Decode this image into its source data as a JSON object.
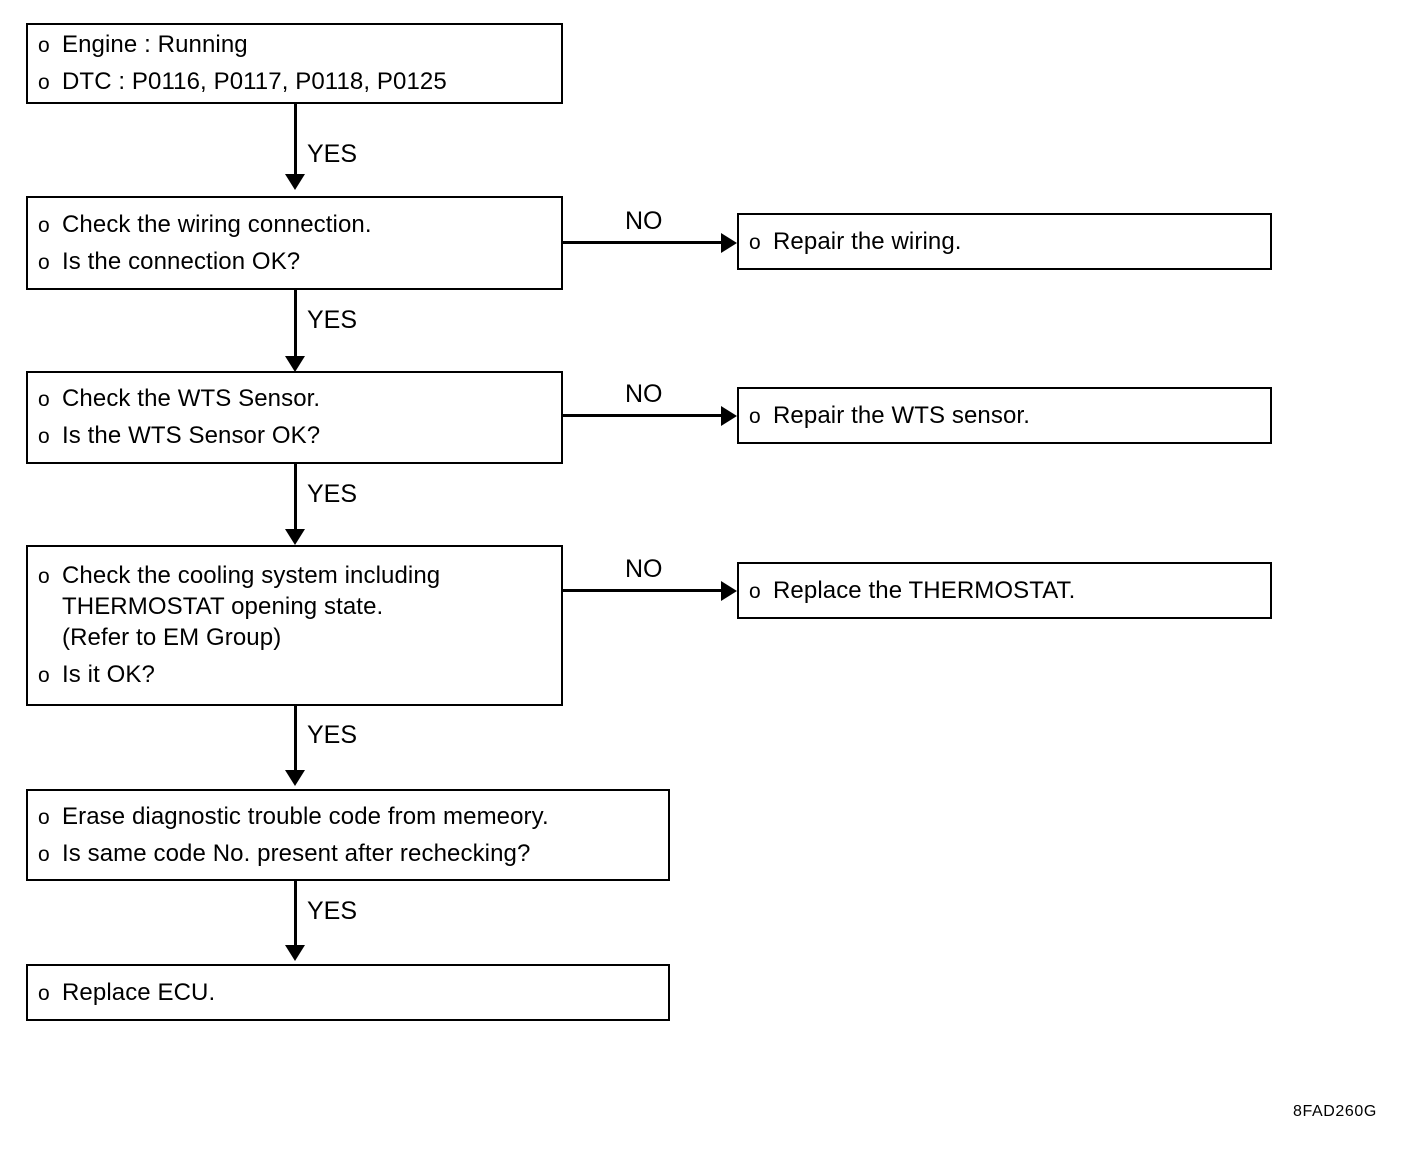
{
  "figure": {
    "reference_code": "8FAD260G",
    "type": "diagnostic-flowchart",
    "bullet_marker": "o",
    "yes_label": "YES",
    "no_label": "NO"
  },
  "nodes": {
    "condition": {
      "line1": "Engine : Running",
      "line2": "DTC : P0116, P0117, P0118, P0125"
    },
    "step_wiring": {
      "line1": "Check the wiring connection.",
      "line2": "Is the connection OK?"
    },
    "result_wiring": {
      "line1": "Repair the wiring."
    },
    "step_wts": {
      "line1": "Check the WTS Sensor.",
      "line2": "Is the WTS Sensor OK?"
    },
    "result_wts": {
      "line1": "Repair the WTS sensor."
    },
    "step_cooling": {
      "line1": "Check the cooling system including",
      "line1b": "THERMOSTAT opening state.",
      "line1c": "(Refer to EM Group)",
      "line2": "Is it OK?"
    },
    "result_cooling": {
      "line1": "Replace the THERMOSTAT."
    },
    "step_erase": {
      "line1": "Erase diagnostic trouble code from memeory.",
      "line2": "Is same code No. present after rechecking?"
    },
    "result_ecu": {
      "line1": "Replace ECU."
    }
  },
  "edges": {
    "yes1": "YES",
    "yes2": "YES",
    "yes3": "YES",
    "yes4": "YES",
    "yes5": "YES",
    "no1": "NO",
    "no2": "NO",
    "no3": "NO"
  }
}
